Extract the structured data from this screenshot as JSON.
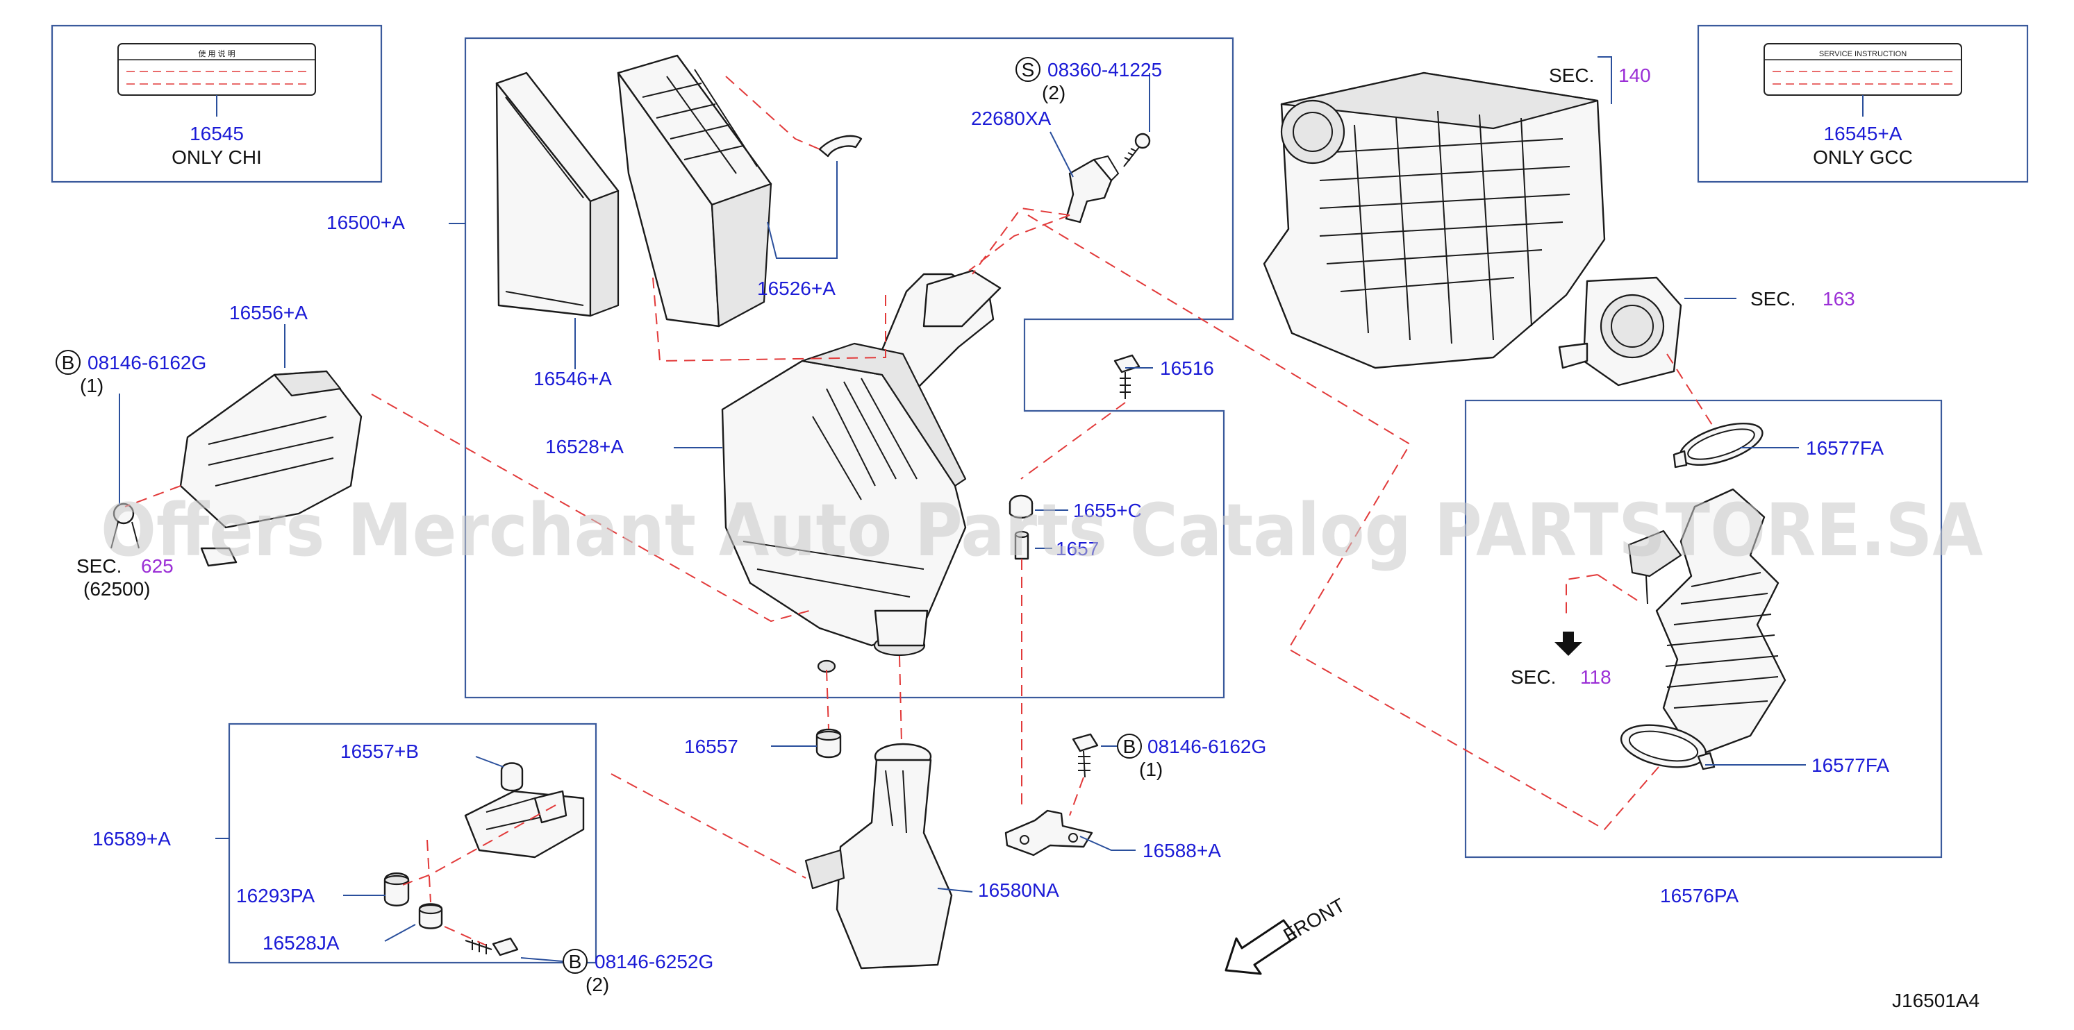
{
  "diagram_id": "J16501A4",
  "front_label": "FRONT",
  "watermark": "Offers Merchant Auto Parts Catalog PARTSTORE.SA",
  "notes": {
    "chi_label_text": "使 用 说  明",
    "gcc_label_text": "SERVICE   INSTRUCTION",
    "only_chi": "ONLY   CHI",
    "only_gcc": "ONLY   GCC"
  },
  "callouts": {
    "p16545": "16545",
    "p16545a": "16545+A",
    "p16500a": "16500+A",
    "p16556a": "16556+A",
    "p16546a": "16546+A",
    "p16526a": "16526+A",
    "p16528a": "16528+A",
    "p22680xa": "22680XA",
    "p16516": "16516",
    "p16557b": "16557+B",
    "p16589a": "16589+A",
    "p16293pa": "16293PA",
    "p16528ja": "16528JA",
    "p16557": "16557",
    "p16580na": "16580NA",
    "p16588a": "16588+A",
    "p16577fa_top": "16577FA",
    "p16577fa_bot": "16577FA",
    "p16576pa": "16576PA",
    "p1655xc": "1655+C",
    "p1657x": "1657",
    "bolt_s_num": "08360-41225",
    "bolt_s_qty": "(2)",
    "bolt_b1_num": "08146-6162G",
    "bolt_b1_qty": "(1)",
    "bolt_b2_num": "08146-6162G",
    "bolt_b2_qty": "(1)",
    "bolt_b3_num": "08146-6252G",
    "bolt_b3_qty": "(2)",
    "sym_s": "S",
    "sym_b": "B"
  },
  "sections": {
    "sec_word": "SEC.",
    "sec140": "140",
    "sec163": "163",
    "sec118": "118",
    "sec625": "625",
    "sec625_sub": "(62500)"
  },
  "colors": {
    "callout_blue": "#1b1bd6",
    "section_purple": "#9b2fd6",
    "dash_red": "#e23a3a",
    "frame_blue": "#3a5a9c"
  }
}
